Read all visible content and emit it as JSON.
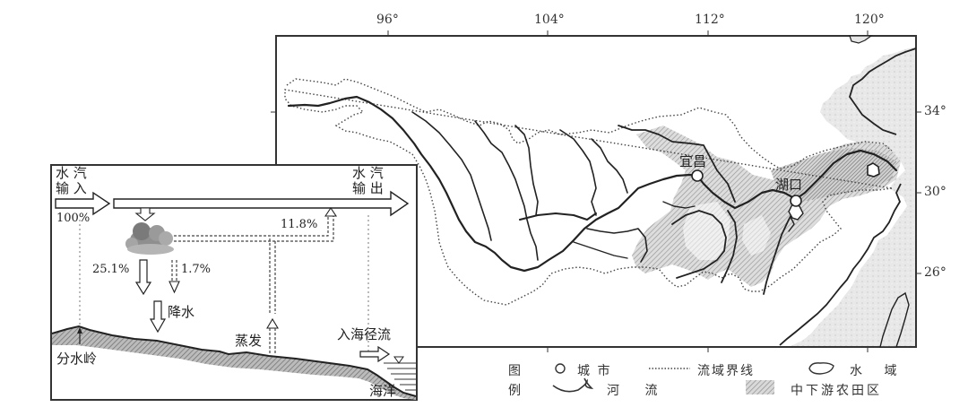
{
  "map": {
    "longitude_ticks": [
      "96°",
      "104°",
      "112°",
      "120°"
    ],
    "latitude_ticks": [
      "34°",
      "30°",
      "26°"
    ],
    "cities": [
      {
        "name": "宜昌"
      },
      {
        "name": "湖口"
      }
    ]
  },
  "inset": {
    "vapor_in_line1": "水 汽",
    "vapor_in_line2": "输 入",
    "vapor_in_pct": "100%",
    "vapor_out_line1": "水 汽",
    "vapor_out_line2": "输 出",
    "evap_return_pct": "11.8%",
    "precip_pct_a": "25.1%",
    "precip_pct_b": "1.7%",
    "precipitation": "降水",
    "evaporation": "蒸发",
    "runoff_to_sea": "入海径流",
    "divide": "分水岭",
    "ocean": "海洋"
  },
  "legend": {
    "title_line1": "图",
    "title_line2": "例",
    "items": [
      {
        "symbol": "circle",
        "label": "城 市"
      },
      {
        "symbol": "dotted-line",
        "label": "流域界线"
      },
      {
        "symbol": "water-body",
        "label": "水 域"
      },
      {
        "symbol": "river",
        "label": "河 流"
      },
      {
        "symbol": "hatched",
        "label": "中下游农田区"
      }
    ]
  },
  "colors": {
    "line": "#222222",
    "farmland": "#bdbdbd",
    "coast_fill": "#e6e6e6",
    "frame": "#333333"
  }
}
